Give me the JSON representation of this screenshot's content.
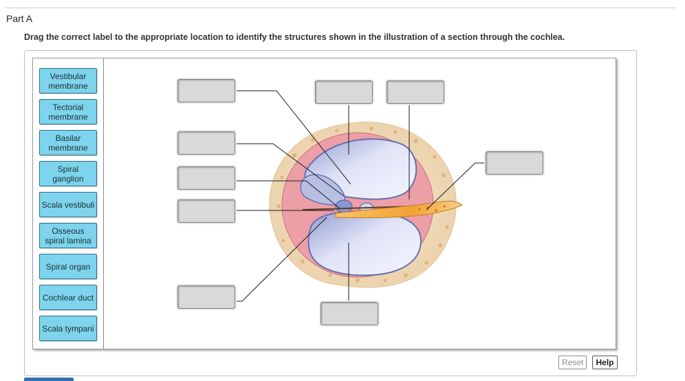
{
  "part": {
    "title": "Part A"
  },
  "instructions": "Drag the correct label to the appropriate location to identify the structures shown in the illustration of a section through the cochlea.",
  "labels": [
    {
      "line1": "Vestibular",
      "line2": "membrane"
    },
    {
      "line1": "Tectorial",
      "line2": "membrane"
    },
    {
      "line1": "Basilar",
      "line2": "membrane"
    },
    {
      "line1": "Spiral",
      "line2": "ganglion"
    },
    {
      "line1": "Scala vestibuli",
      "line2": ""
    },
    {
      "line1": "Osseous",
      "line2": "spiral lamina"
    },
    {
      "line1": "Spiral organ",
      "line2": ""
    },
    {
      "line1": "Cochlear duct",
      "line2": ""
    },
    {
      "line1": "Scala tympani",
      "line2": ""
    }
  ],
  "buttons": {
    "reset": "Reset",
    "help": "Help"
  },
  "colors": {
    "chip_fill": "#7dd4ec",
    "target_fill": "#d9d9d9",
    "bone": "#f1ddc0",
    "scala": "#b7bfe3",
    "wall_pink": "#ec9fa6",
    "nerve": "#f0a736"
  }
}
